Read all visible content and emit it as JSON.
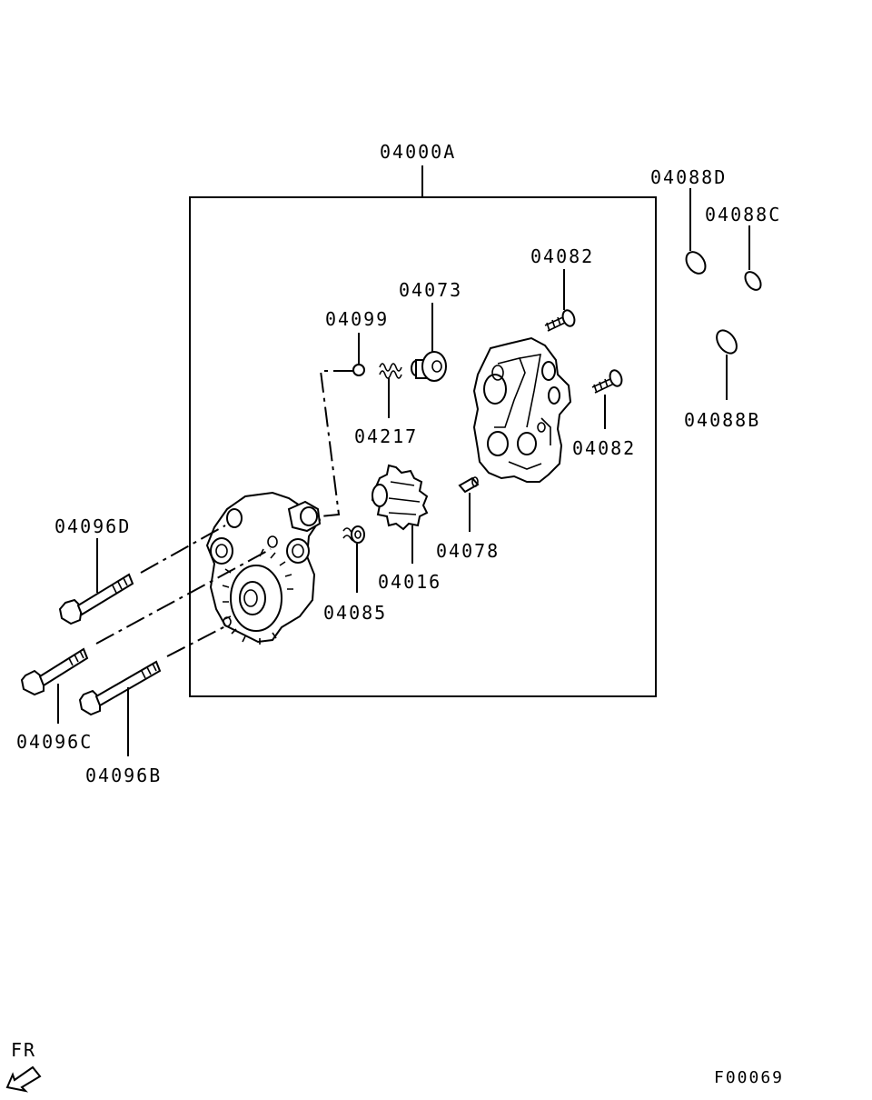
{
  "labels": {
    "assembly": "04000A",
    "ring_d": "04088D",
    "ring_c": "04088C",
    "ring_b": "04088B",
    "screw_top": "04082",
    "screw_right": "04082",
    "valve": "04073",
    "ball": "04099",
    "spring": "04217",
    "gear": "04016",
    "pin": "04078",
    "plug": "04085",
    "bolt_d": "04096D",
    "bolt_c": "04096C",
    "bolt_b": "04096B",
    "direction": "FR",
    "figure_code": "F00069"
  }
}
